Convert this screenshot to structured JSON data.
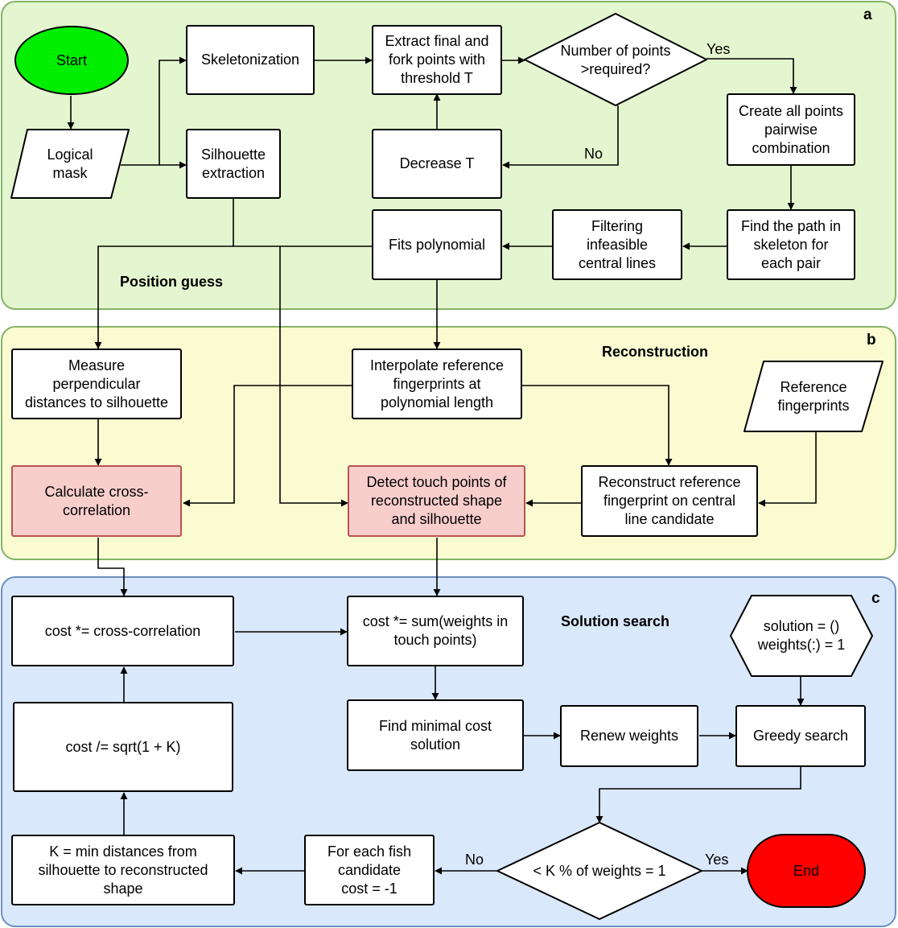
{
  "colors": {
    "panel_a_fill": "#e4f6cf",
    "panel_a_border": "#82b366",
    "panel_b_fill": "#fbfbd2",
    "panel_b_border": "#82b366",
    "panel_c_fill": "#dae8fc",
    "panel_c_border": "#6c8ebf",
    "start_fill": "#00ee00",
    "end_fill": "#ff0000",
    "highlight_fill": "#f8cecc",
    "highlight_border": "#b85450"
  },
  "panels": {
    "a": {
      "letter": "a",
      "title": "Position guess"
    },
    "b": {
      "letter": "b",
      "title": "Reconstruction"
    },
    "c": {
      "letter": "c",
      "title": "Solution search"
    }
  },
  "nodes": {
    "start": "Start",
    "logical_mask": "Logical\nmask",
    "skeletonization": "Skeletonization",
    "silhouette_extraction": "Silhouette\nextraction",
    "extract_points": "Extract final and\nfork points with\nthreshold T",
    "number_points": "Number of points\n>required?",
    "decrease_t": "Decrease T",
    "create_pairs": "Create all points\npairwise\ncombination",
    "find_path": "Find the path in\nskeleton for\neach pair",
    "filtering": "Filtering\ninfeasible\ncentral lines",
    "fits_polynomial": "Fits polynomial",
    "measure_perp": "Measure\nperpendicular\ndistances to silhouette",
    "interpolate": "Interpolate reference\nfingerprints at\npolynomial length",
    "reference_fp": "Reference\nfingerprints",
    "calc_crosscorr": "Calculate cross-\ncorrelation",
    "detect_touch": "Detect touch points of\nreconstructed shape\nand silhouette",
    "reconstruct_ref": "Reconstruct reference\nfingerprint on central\nline candidate",
    "cost_crosscorr": "cost *= cross-correlation",
    "cost_sum": "cost *= sum(weights in\ntouch points)",
    "solution_init": "solution = ()\nweights(:) = 1",
    "cost_sqrt": "cost /= sqrt(1 + K)",
    "find_minimal": "Find minimal cost\nsolution",
    "renew_weights": "Renew weights",
    "greedy_search": "Greedy search",
    "k_min": "K = min distances from\nsilhouette to reconstructed\nshape",
    "for_each_fish": "For each fish\ncandidate\ncost = -1",
    "k_percent": "< K % of weights = 1",
    "end": "End"
  },
  "edge_labels": {
    "yes_top": "Yes",
    "no_top": "No",
    "no_bottom": "No",
    "yes_bottom": "Yes"
  }
}
